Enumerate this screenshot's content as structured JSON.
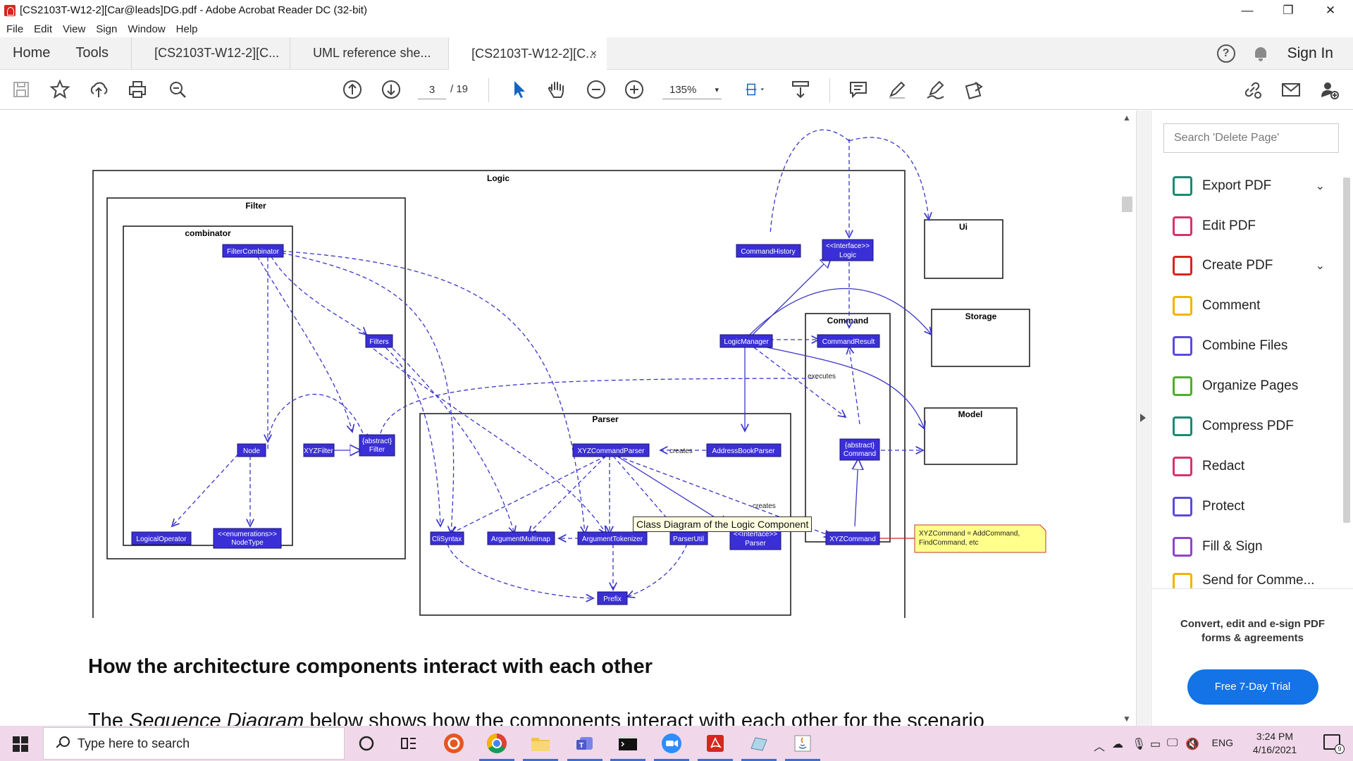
{
  "window": {
    "title": "[CS2103T-W12-2][Car@leads]DG.pdf - Adobe Acrobat Reader DC (32-bit)",
    "controls": {
      "minimize": "—",
      "restore": "❐",
      "close": "✕"
    }
  },
  "menu": [
    "File",
    "Edit",
    "View",
    "Sign",
    "Window",
    "Help"
  ],
  "tabs": {
    "home": "Home",
    "tools": "Tools",
    "documents": [
      {
        "label": "[CS2103T-W12-2][C...",
        "active": false
      },
      {
        "label": "UML reference she...",
        "active": false
      },
      {
        "label": "[CS2103T-W12-2][C...",
        "active": true
      }
    ],
    "close_symbol": "×",
    "help": "?",
    "sign_in": "Sign In"
  },
  "toolbar": {
    "page_current": "3",
    "page_total": "/ 19",
    "zoom": "135%",
    "zoom_dropdown": "▾",
    "icons": [
      "save-icon",
      "bookmark-star-icon",
      "upload-cloud-icon",
      "print-icon",
      "search-zoom-icon",
      "page-up-icon",
      "page-down-icon",
      "select-arrow-icon",
      "hand-tool-icon",
      "zoom-out-icon",
      "zoom-in-icon",
      "fit-page-icon",
      "scroll-mode-icon",
      "comment-icon",
      "highlight-pen-icon",
      "fill-sign-icon",
      "share-send-icon",
      "share-link-icon",
      "email-icon",
      "add-user-icon"
    ]
  },
  "document": {
    "tooltip": "Class Diagram of the Logic Component",
    "heading": "How the architecture components interact with each other",
    "paragraph": {
      "pre": "The ",
      "em": "Sequence Diagram",
      "post": " below shows how the components interact with each other for the scenario"
    },
    "diagram": {
      "packages": {
        "logic": "Logic",
        "filter": "Filter",
        "combinator": "combinator",
        "parser": "Parser",
        "command": "Command",
        "ui": "Ui",
        "storage": "Storage",
        "model": "Model"
      },
      "classes": {
        "filter_combinator": "FilterCombinator",
        "filters": "Filters",
        "node": "Node",
        "xyz_filter": "XYZFilter",
        "abstract_filter_1": "{abstract}",
        "abstract_filter_2": "Filter",
        "logical_operator": "LogicalOperator",
        "node_type_1": "<<enumerations>>",
        "node_type_2": "NodeType",
        "command_history": "CommandHistory",
        "logic_iface_1": "<<Interface>>",
        "logic_iface_2": "Logic",
        "logic_manager": "LogicManager",
        "command_result": "CommandResult",
        "xyz_command_parser": "XYZCommandParser",
        "address_book_parser": "AddressBookParser",
        "abstract_command_1": "{abstract}",
        "abstract_command_2": "Command",
        "cli_syntax": "CliSyntax",
        "argument_multimap": "ArgumentMultimap",
        "argument_tokenizer": "ArgumentTokenizer",
        "parser_util": "ParserUtil",
        "parser_iface_1": "<<Interface>>",
        "parser_iface_2": "Parser",
        "xyz_command": "XYZCommand",
        "prefix": "Prefix"
      },
      "labels": {
        "creates_1": "creates",
        "creates_2": "creates",
        "executes": "executes"
      },
      "note": {
        "line1": "XYZCommand = AddCommand,",
        "line2": "FindCommand, etc"
      },
      "colors": {
        "class_fill": "#3a2fd6",
        "class_border": "#1a1370",
        "note_fill": "#ffff8c",
        "edge": "#3a35c9"
      }
    }
  },
  "right_panel": {
    "search_placeholder": "Search 'Delete Page'",
    "items": [
      {
        "label": "Export PDF",
        "icon": "export-pdf-icon",
        "color": "#1a8a73",
        "chevron": true
      },
      {
        "label": "Edit PDF",
        "icon": "edit-pdf-icon",
        "color": "#d6336c",
        "chevron": false
      },
      {
        "label": "Create PDF",
        "icon": "create-pdf-icon",
        "color": "#d7261e",
        "chevron": true
      },
      {
        "label": "Comment",
        "icon": "comment-icon",
        "color": "#f0b400",
        "chevron": false
      },
      {
        "label": "Combine Files",
        "icon": "combine-files-icon",
        "color": "#5b4bdb",
        "chevron": false
      },
      {
        "label": "Organize Pages",
        "icon": "organize-pages-icon",
        "color": "#4caf2a",
        "chevron": false
      },
      {
        "label": "Compress PDF",
        "icon": "compress-pdf-icon",
        "color": "#1a8a73",
        "chevron": false
      },
      {
        "label": "Redact",
        "icon": "redact-icon",
        "color": "#d6336c",
        "chevron": false
      },
      {
        "label": "Protect",
        "icon": "protect-icon",
        "color": "#5b4bdb",
        "chevron": false
      },
      {
        "label": "Fill & Sign",
        "icon": "fill-sign-icon",
        "color": "#8e44cc",
        "chevron": false
      },
      {
        "label": "Send for Comme...",
        "icon": "send-comment-icon",
        "color": "#f0b400",
        "chevron": false
      }
    ],
    "promo_text": "Convert, edit and e-sign PDF forms & agreements",
    "promo_button": "Free 7-Day Trial"
  },
  "taskbar": {
    "search_placeholder": "Type here to search",
    "apps": [
      "cortana-icon",
      "task-view-icon",
      "ubuntu-icon",
      "chrome-icon",
      "file-explorer-icon",
      "teams-icon",
      "terminal-icon",
      "zoom-icon",
      "acrobat-icon",
      "generic-app-icon",
      "java-icon"
    ],
    "language": "ENG",
    "time": "3:24 PM",
    "date": "4/16/2021",
    "notification_count": "9"
  }
}
